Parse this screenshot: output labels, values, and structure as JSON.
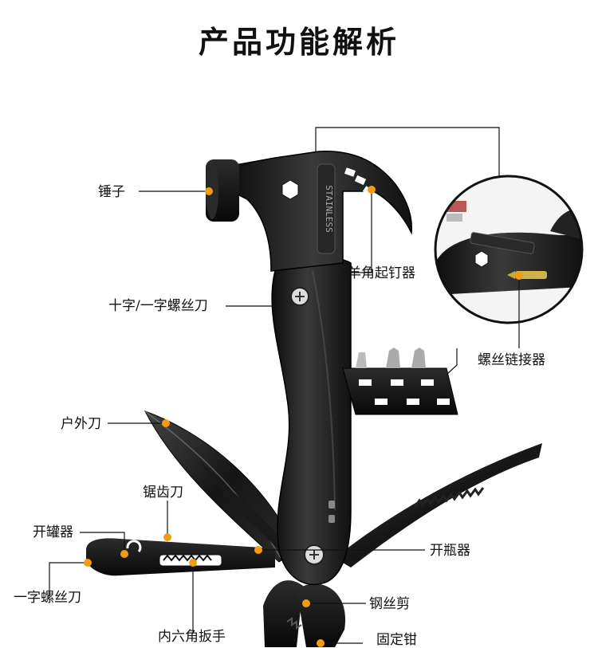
{
  "title": "产品功能解析",
  "accent_color": "#f39c12",
  "labels": {
    "hammer_head": "锤子",
    "claw": "羊角起钉器",
    "screwdriver": "十字/一字螺丝刀",
    "bit_holder": "螺丝链接器",
    "knife": "户外刀",
    "saw": "锯齿刀",
    "can_opener": "开罐器",
    "bottle_opener": "开瓶器",
    "flat_screwdriver": "一字螺丝刀",
    "hex_wrench": "内六角扳手",
    "wire_cutter": "钢丝剪",
    "pliers": "固定钳"
  },
  "stamp_text": "STAINLESS"
}
